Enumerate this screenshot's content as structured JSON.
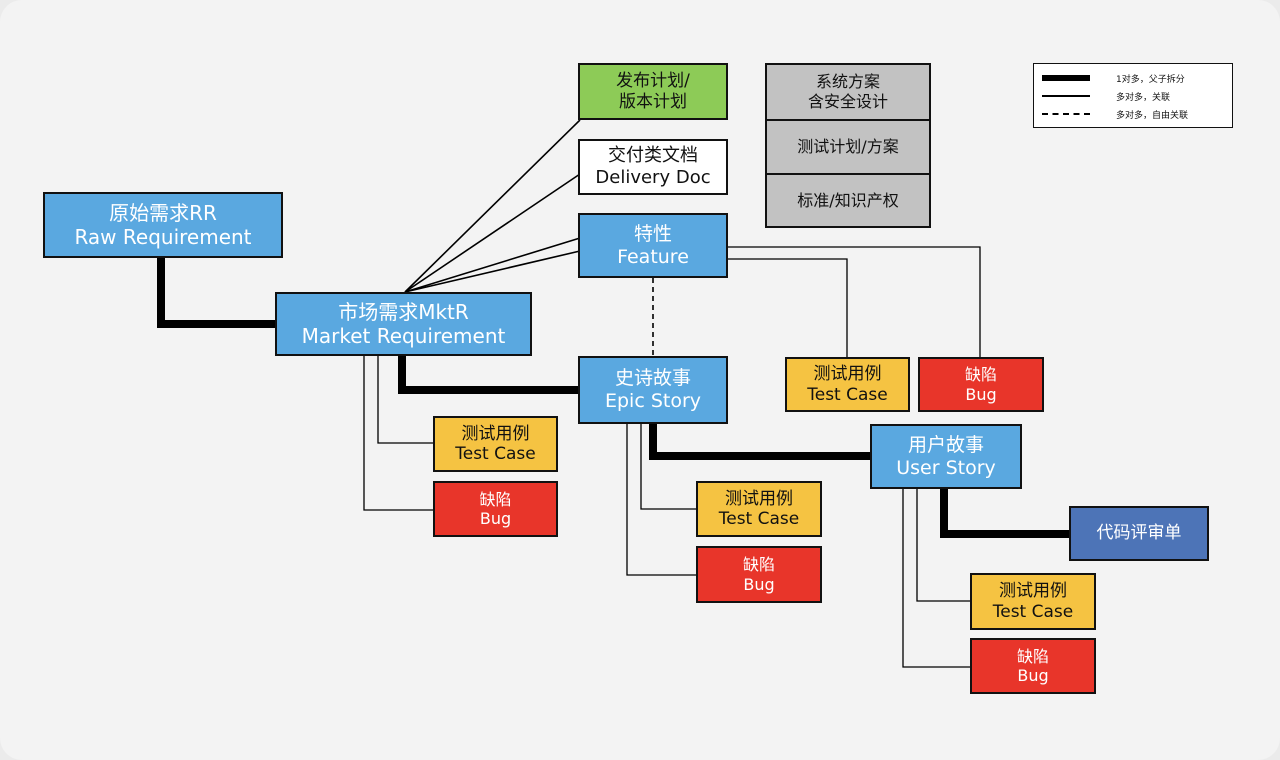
{
  "nodes": {
    "rr": {
      "l1": "原始需求RR",
      "l2": "Raw Requirement"
    },
    "mktr": {
      "l1": "市场需求MktR",
      "l2": "Market Requirement"
    },
    "feature": {
      "l1": "特性",
      "l2": "Feature"
    },
    "epic": {
      "l1": "史诗故事",
      "l2": "Epic Story"
    },
    "user_story": {
      "l1": "用户故事",
      "l2": "User Story"
    },
    "release_plan": {
      "l1": "发布计划/",
      "l2": "版本计划"
    },
    "delivery_doc": {
      "l1": "交付类文档",
      "l2": "Delivery Doc"
    },
    "code_review": {
      "l1": "代码评审单"
    },
    "test_case": {
      "l1": "测试用例",
      "l2": "Test Case"
    },
    "bug": {
      "l1": "缺陷",
      "l2": "Bug"
    }
  },
  "grey_stack": [
    {
      "l1": "系统方案",
      "l2": "含安全设计"
    },
    {
      "l1": "测试计划/方案",
      "l2": ""
    },
    {
      "l1": "标准/知识产权",
      "l2": ""
    }
  ],
  "legend": [
    {
      "style": "thick",
      "label": "1对多，父子拆分"
    },
    {
      "style": "thin",
      "label": "多对多，关联"
    },
    {
      "style": "dashed",
      "label": "多对多，自由关联"
    }
  ],
  "colors": {
    "blue": "#5aa8e0",
    "yellow": "#f5c342",
    "red": "#e8352a",
    "green": "#8dcb57",
    "navy": "#4d74b7",
    "grey": "#c2c2c2"
  }
}
